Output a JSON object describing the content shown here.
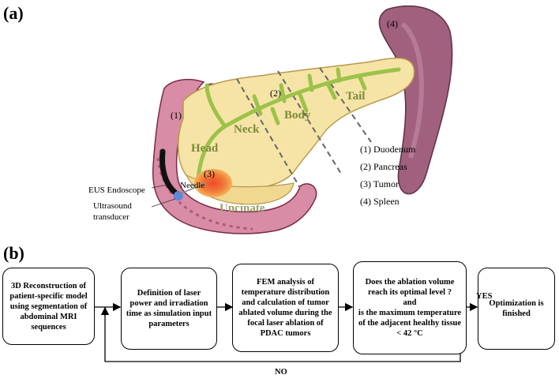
{
  "panels": {
    "a": "(a)",
    "b": "(b)"
  },
  "organ_labels": {
    "num1": "(1)",
    "num2": "(2)",
    "num3": "(3)",
    "num4": "(4)",
    "head": "Head",
    "neck": "Neck",
    "body": "Body",
    "tail": "Tail",
    "uncinate": "Uncinate"
  },
  "side_labels": {
    "eus": "EUS Endoscope",
    "needle": "Needle",
    "ultrasound_1": "Ultrasound",
    "ultrasound_2": "transducer"
  },
  "legend": [
    "(1) Duodenum",
    "(2) Pancreas",
    "(3) Tumor",
    "(4) Spleen"
  ],
  "flow": {
    "step1": "3D Reconstruction of patient-specific model using segmentation of abdominal MRI sequences",
    "step2": "Definition of laser power and irradiation time as simulation input parameters",
    "step3": "FEM analysis of temperature distribution and calculation of tumor ablated volume during the focal laser ablation of PDAC tumors",
    "step4_l1": "Does the ablation volume reach its optimal level ?",
    "step4_l2": "and",
    "step4_l3": "is the maximum temperature of the adjacent healthy tissue",
    "step4_l4": "< 42 °C",
    "step5": "Optimization is finished",
    "yes": "YES",
    "no": "NO"
  },
  "colors": {
    "pancreas": "#f6e4a6",
    "duct": "#9cc24a",
    "duodenum": "#d88ca6",
    "spleen": "#a0607e",
    "tumor": "#e8442a"
  }
}
